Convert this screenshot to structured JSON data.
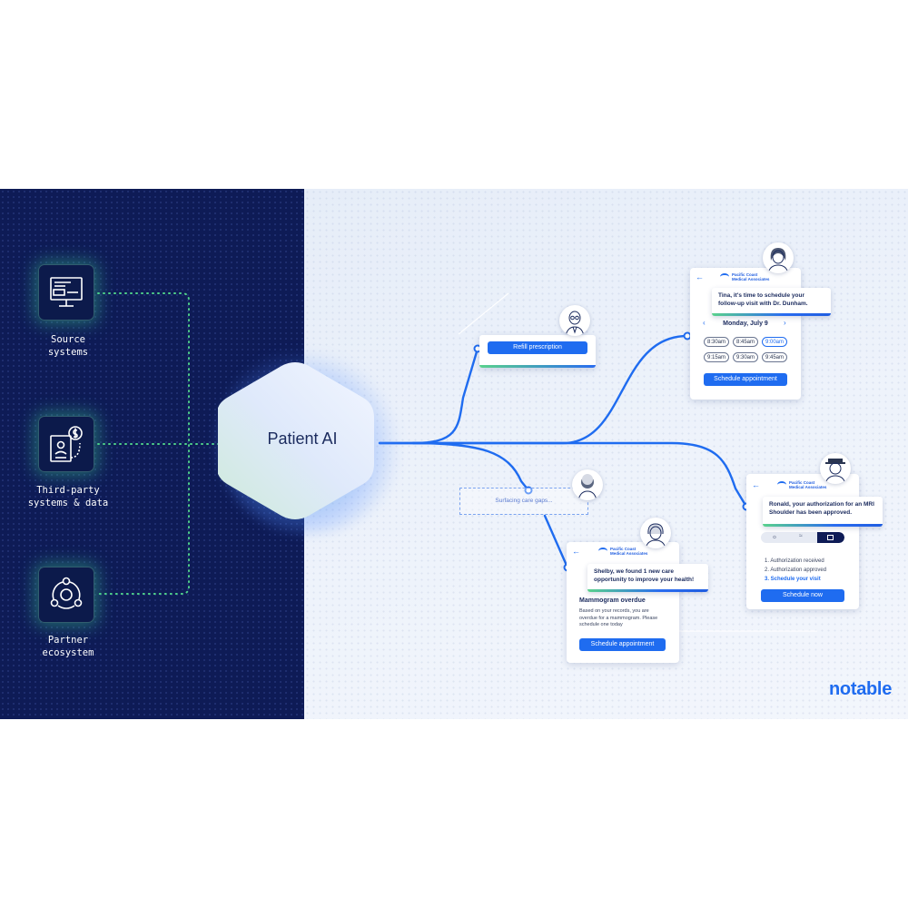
{
  "sources": [
    {
      "label": "Source\nsystems",
      "icon": "monitor-icon"
    },
    {
      "label": "Third-party\nsystems & data",
      "icon": "id-card-dollar-icon"
    },
    {
      "label": "Partner\necosystem",
      "icon": "network-nodes-icon"
    }
  ],
  "hub": {
    "title": "Patient AI"
  },
  "refill": {
    "button": "Refill prescription"
  },
  "gaps": {
    "text": "Surfacing care gaps..."
  },
  "schedule_card": {
    "brand": "Pacific Coast\nMedical Associates",
    "message": "Tina, it's time to schedule your follow-up visit with Dr. Dunham.",
    "date": "Monday, July 9",
    "slots": [
      "8:30am",
      "8:45am",
      "9:00am",
      "9:15am",
      "9:30am",
      "9:45am"
    ],
    "selected_slot": "9:00am",
    "button": "Schedule appointment"
  },
  "auth_card": {
    "brand": "Pacific Coast\nMedical Associates",
    "message": "Ronald, your authorization for an MRI Shoulder has been approved.",
    "steps": [
      "1. Authorization received",
      "2. Authorization approved",
      "3. Schedule your visit"
    ],
    "button": "Schedule now"
  },
  "mammo_card": {
    "brand": "Pacific Coast\nMedical Associates",
    "message": "Shelby, we found 1 new care opportunity to improve your health!",
    "title": "Mammogram overdue",
    "body": "Based on your records, you are overdue for a mammogram. Please schedule one today",
    "button": "Schedule appointment"
  },
  "logo": {
    "text": "notable"
  },
  "colors": {
    "navy": "#0e1b56",
    "accent_blue": "#1f6cf0",
    "accent_green": "#5ad28c"
  }
}
